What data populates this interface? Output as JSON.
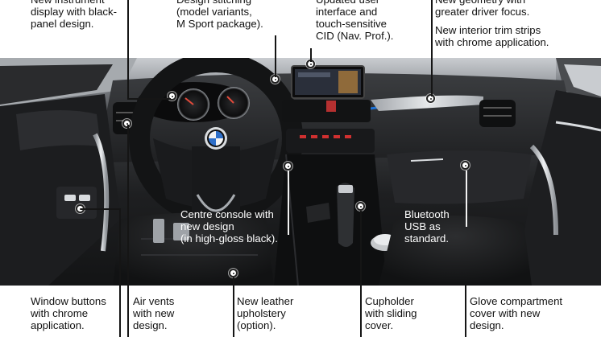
{
  "callouts": {
    "instrument_display": "New instrument\ndisplay with black-\npanel design.",
    "stitching": "Design stitching\n(model variants,\nM Sport package).",
    "cid": "Updated user\ninterface and\ntouch-sensitive\nCID (Nav. Prof.).",
    "geometry": "New geometry with\ngreater driver focus.",
    "trim_strips": "New interior trim strips\nwith chrome application.",
    "centre_console": "Centre console with\nnew design\n(in high-gloss black).",
    "bluetooth": "Bluetooth\nUSB as\nstandard.",
    "window_buttons": "Window buttons\nwith chrome\napplication.",
    "air_vents": "Air vents\nwith new\ndesign.",
    "upholstery": "New leather\nupholstery\n(option).",
    "cupholder": "Cupholder\nwith sliding\ncover.",
    "glove_compartment": "Glove compartment\ncover with new\ndesign."
  },
  "colors": {
    "accent_blue": "#1e73d8",
    "leather_dark": "#1c1d1f",
    "chrome": "#d9dcdf",
    "label_text": "#111111"
  },
  "icons": {
    "steering_wheel": "steering-wheel-icon",
    "brand_badge": "roundel-badge-icon",
    "gear_selector": "gear-selector-icon"
  }
}
